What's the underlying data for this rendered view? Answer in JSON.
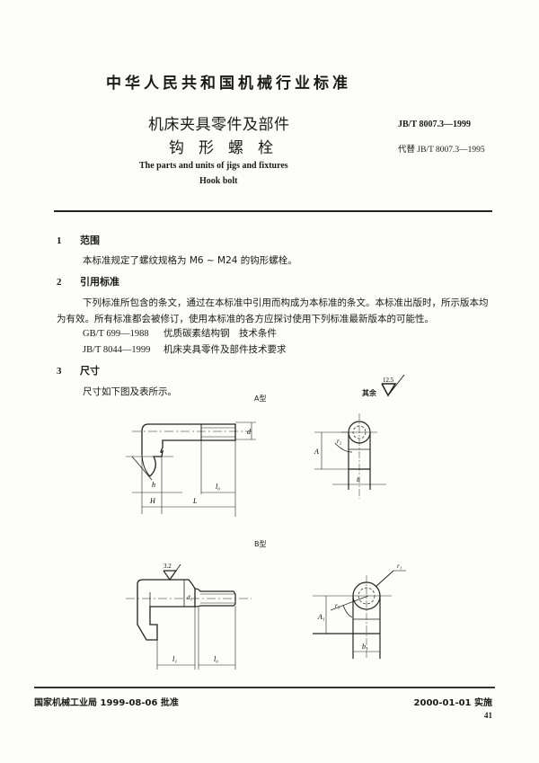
{
  "header": {
    "organization": "中华人民共和国机械行业标准",
    "title_cn": "机床夹具零件及部件",
    "subtitle_cn": "钩形螺栓",
    "title_en": "The parts and units of jigs and fixtures",
    "subtitle_en": "Hook bolt",
    "standard_code": "JB/T  8007.3—1999",
    "replaces": "代替 JB/T  8007.3—1995"
  },
  "sections": [
    {
      "number": "1",
      "title": "范围",
      "paragraphs": [
        "本标准规定了螺纹规格为 M6 ~ M24 的钩形螺栓。"
      ]
    },
    {
      "number": "2",
      "title": "引用标准",
      "paragraphs": [
        "下列标准所包含的条文，通过在本标准中引用而构成为本标准的条文。本标准出版时，所示版本均为有效。所有标准都会被修订，使用本标准的各方应探讨使用下列标准最新版本的可能性。"
      ],
      "references": [
        {
          "code": "GB/T  699—1988",
          "title": "优质碳素结构钢　技术条件"
        },
        {
          "code": "JB/T  8044—1999",
          "title": "机床夹具零件及部件技术要求"
        }
      ]
    },
    {
      "number": "3",
      "title": "尺寸",
      "paragraphs": [
        "尺寸如下图及表所示。"
      ]
    }
  ],
  "figures": {
    "roughness_note": {
      "label": "其余",
      "value": "12.5"
    },
    "type_a": {
      "label": "A型",
      "dims": {
        "d": "d",
        "h": "h",
        "H": "H",
        "L": "L",
        "l0": "l₀",
        "A": "A",
        "r2": "r₂",
        "b": "b"
      }
    },
    "type_b": {
      "label": "B型",
      "roughness": "3.2",
      "dims": {
        "d1": "d₁",
        "l1": "l₁",
        "l0": "l₀",
        "A1": "A₁",
        "r1": "r₁",
        "r3": "r₃",
        "b1": "b₁"
      }
    }
  },
  "footer": {
    "approval": "国家机械工业局  1999-08-06  批准",
    "effective": "2000-01-01  实施",
    "page_number": "41"
  }
}
